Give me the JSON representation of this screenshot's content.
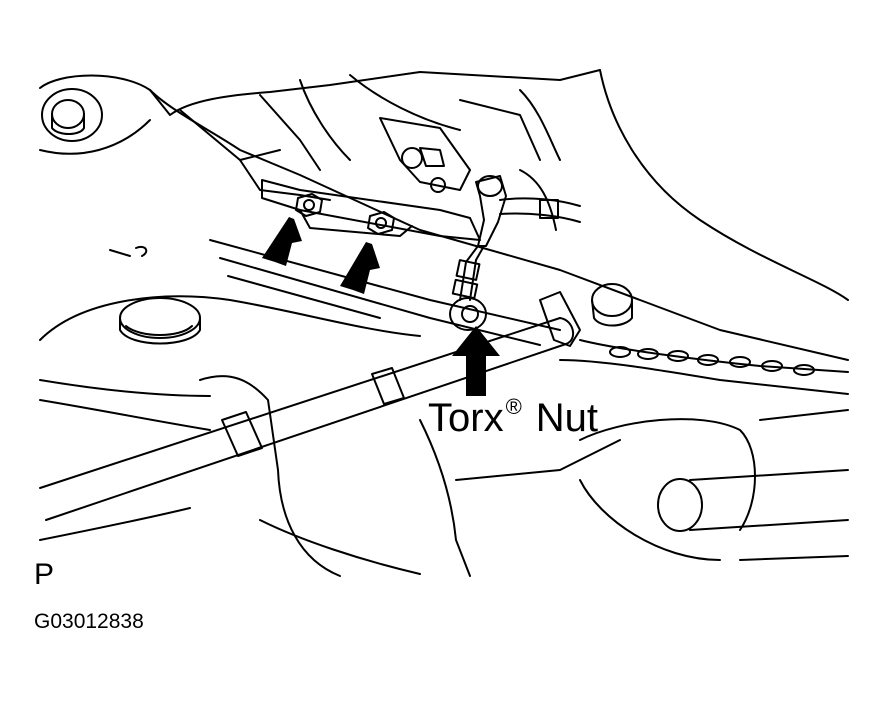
{
  "labels": {
    "callout_name": "Torx",
    "callout_mark": "®",
    "callout_suffix": "Nut",
    "view_letter": "P",
    "figure_code": "G03012838"
  },
  "colors": {
    "line": "#000000",
    "background": "#ffffff"
  },
  "icons": {
    "pointer": "arrow-icon"
  }
}
